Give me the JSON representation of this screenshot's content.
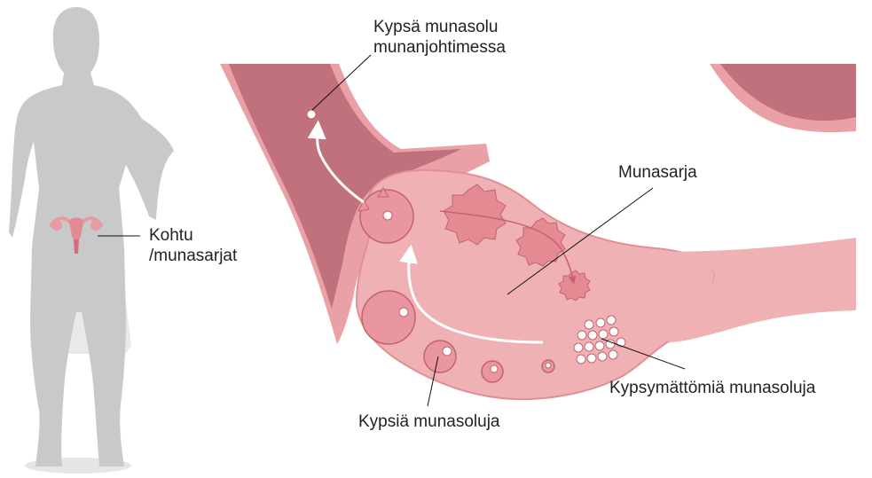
{
  "labels": {
    "mature_egg_tube_line1": "Kypsä munasolu",
    "mature_egg_tube_line2": "munanjohtimessa",
    "ovary": "Munasarja",
    "uterus_line1": "Kohtu",
    "uterus_line2": "/munasarjat",
    "immature_eggs": "Kypsymättömiä munasoluja",
    "mature_eggs": "Kypsiä munasoluja"
  },
  "colors": {
    "silhouette": "#c9c9c9",
    "silhouette_shadow": "#e6e6e6",
    "tube_outer": "#e9a1a6",
    "tube_inner": "#c0717c",
    "ovary_fill": "#efb1b4",
    "ovary_edge": "#e08f96",
    "follicle_fill": "#ea96a0",
    "follicle_edge": "#c4626d",
    "corpus_fill": "#e48a93",
    "arrow": "#ffffff",
    "leader_line": "#111111",
    "text": "#222222"
  },
  "icons": {
    "woman": "woman-silhouette-icon",
    "uterus": "uterus-icon"
  }
}
